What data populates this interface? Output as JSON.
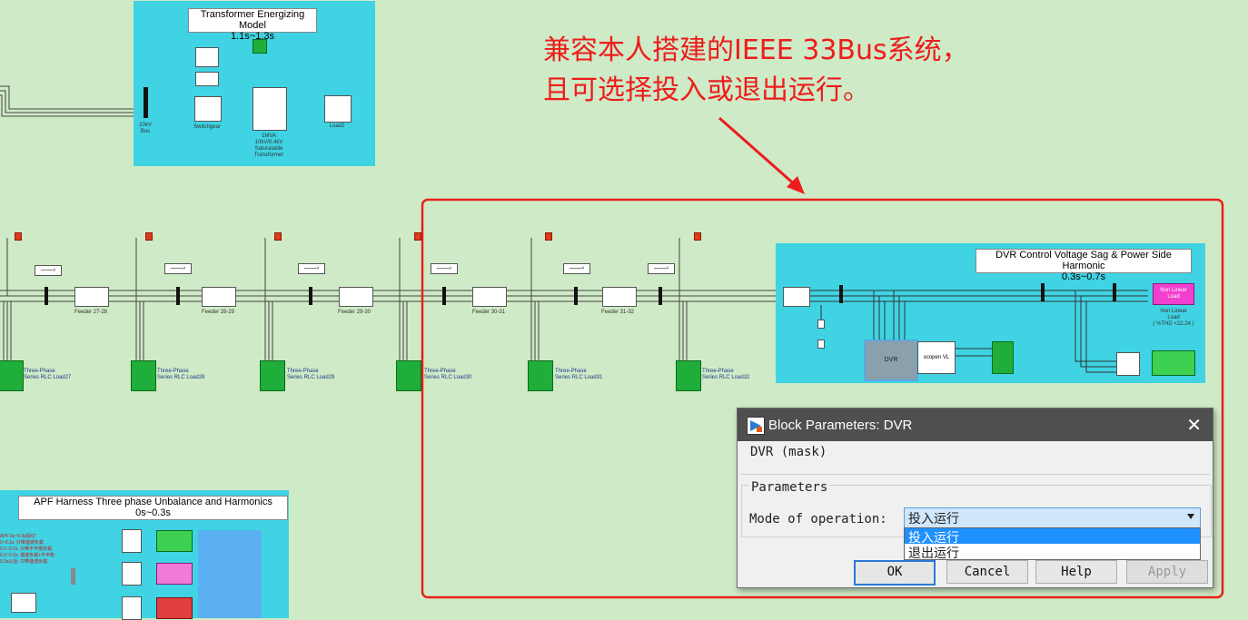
{
  "annotation": {
    "line1": "兼容本人搭建的IEEE 33Bus系统，",
    "line2": "且可选择投入或退出运行。"
  },
  "transformer_area": {
    "title": "Transformer Energizing Model",
    "time": "1.1s~1.3s",
    "bus_label": "10kV\nBus",
    "switchgear_label": "Switchgear",
    "transformer_label": "1MVA\n10kV/0.4kV\nSaturatable\nTransformer",
    "load_label": "Load2"
  },
  "feeders": [
    {
      "feeder": "Feeder 27-28",
      "load": "Three-Phase\nSeries RLC Load27"
    },
    {
      "feeder": "Feeder 28-29",
      "load": "Three-Phase\nSeries RLC Load28"
    },
    {
      "feeder": "Feeder 29-30",
      "load": "Three-Phase\nSeries RLC Load29"
    },
    {
      "feeder": "Feeder 30-31",
      "load": "Three-Phase\nSeries RLC Load30"
    },
    {
      "feeder": "Feeder 31-32",
      "load": "Three-Phase\nSeries RLC Load31"
    },
    {
      "feeder": "",
      "load": "Three-Phase\nSeries RLC Load32"
    }
  ],
  "dvr_area": {
    "title": "DVR Control Voltage Sag & Power Side Harmonic",
    "time": "0.3s~0.7s",
    "nonlinear_block": "Non Linear\nLoad",
    "nonlinear_label": "Non Linear\nLoad\n( %THD <22.24 )",
    "dvr_block": "DVR",
    "ctrl_block": "xcopen VL"
  },
  "apf_area": {
    "title": "APF Harness Three phase Unbalance and Harmonics",
    "time": "0s~0.3s",
    "notes": [
      "APF 0s~0.3s投切",
      "0~0.1s: 只带谐波负载",
      "0.1~0.2s: 只带不平衡负载",
      "0.2~0.3s: 谐波负载+不平衡",
      "0.3s以后: 只带谐波负载"
    ]
  },
  "dialog": {
    "title": "Block Parameters: DVR",
    "mask_label": "DVR (mask)",
    "parameters_label": "Parameters",
    "mode_label": "Mode of operation:",
    "selected_value": "投入运行",
    "options": [
      "投入运行",
      "退出运行"
    ],
    "buttons": {
      "ok": "OK",
      "cancel": "Cancel",
      "help": "Help",
      "apply": "Apply"
    }
  },
  "colors": {
    "background": "#cfeac6",
    "area": "#3fd3e3",
    "annotation": "#ee1c1c",
    "highlight_box": "#e8201c",
    "selection": "#1e90ff"
  }
}
